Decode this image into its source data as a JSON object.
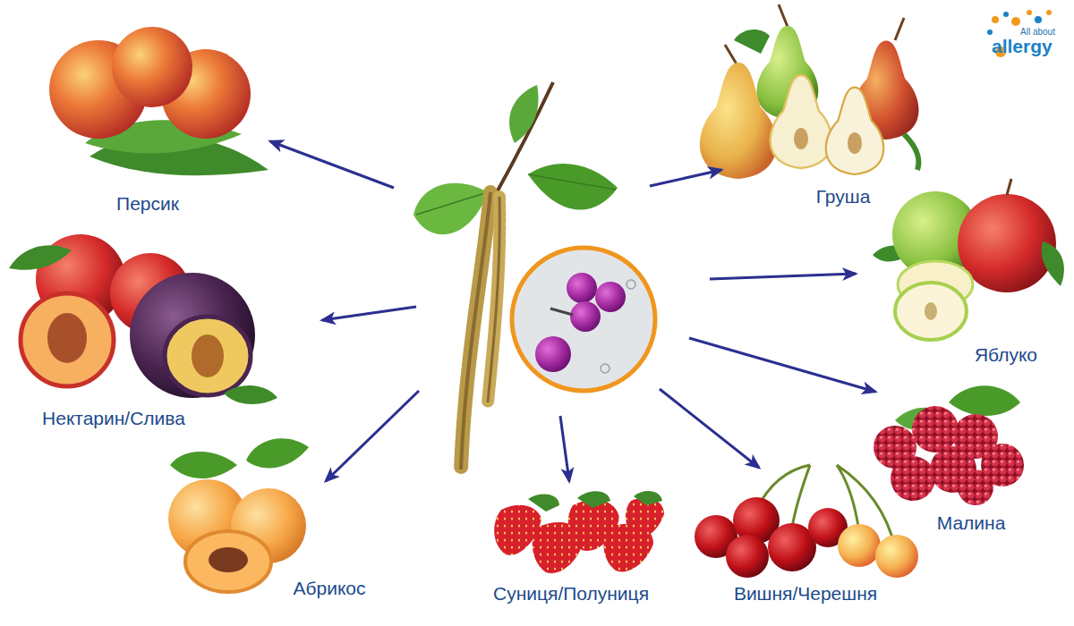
{
  "diagram": {
    "nodes": [
      {
        "text": [
          "Персик"
        ]
      },
      {
        "text": [
          "Груша"
        ]
      },
      {
        "text": [
          "Яблуко"
        ]
      },
      {
        "text": [
          "Нектарин/Слива"
        ]
      },
      {
        "text": [
          "Малина"
        ]
      },
      {
        "text": [
          "Абрикос"
        ]
      },
      {
        "text": [
          "Суниця/Полуниця"
        ]
      },
      {
        "text": [
          "Вишня/Черешня"
        ]
      }
    ],
    "labels": [
      "All about",
      "allergy"
    ]
  }
}
